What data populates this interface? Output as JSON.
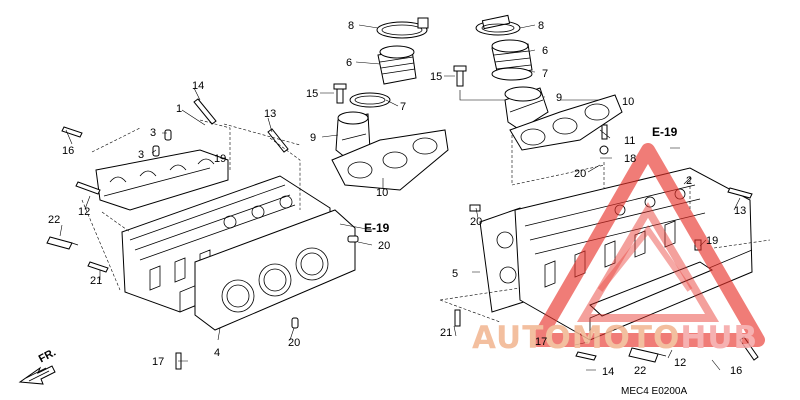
{
  "diagram": {
    "part_labels": [
      "1",
      "2",
      "3",
      "3",
      "4",
      "5",
      "6",
      "6",
      "7",
      "7",
      "8",
      "8",
      "9",
      "9",
      "10",
      "10",
      "11",
      "12",
      "12",
      "13",
      "13",
      "14",
      "14",
      "15",
      "15",
      "16",
      "16",
      "17",
      "17",
      "18",
      "19",
      "19",
      "20",
      "20",
      "20",
      "20",
      "21",
      "21",
      "22",
      "22"
    ],
    "reference_labels": [
      "E-19",
      "E-19"
    ],
    "direction_label": "FR.",
    "diagram_code": "MEC4  E0200A"
  },
  "watermark": {
    "text_part1": "AUTOMOTO",
    "text_part2": "HUB",
    "colors": {
      "text": "#f1b48f",
      "hub": "#f5a4a4",
      "triangle": "#e8332b"
    }
  }
}
